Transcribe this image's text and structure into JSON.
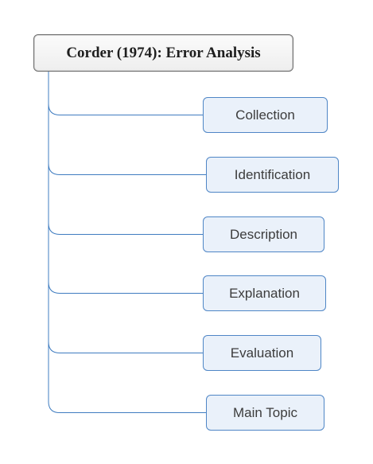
{
  "diagram": {
    "type": "mind-map-tree",
    "line_color": "#3f7cc0",
    "node_fill": "#eaf1fa",
    "node_border": "#4f86c6",
    "root": {
      "label": "Corder (1974): Error Analysis"
    },
    "children": [
      {
        "label": "Collection"
      },
      {
        "label": "Identification"
      },
      {
        "label": "Description"
      },
      {
        "label": "Explanation"
      },
      {
        "label": "Evaluation"
      },
      {
        "label": "Main Topic"
      }
    ]
  }
}
